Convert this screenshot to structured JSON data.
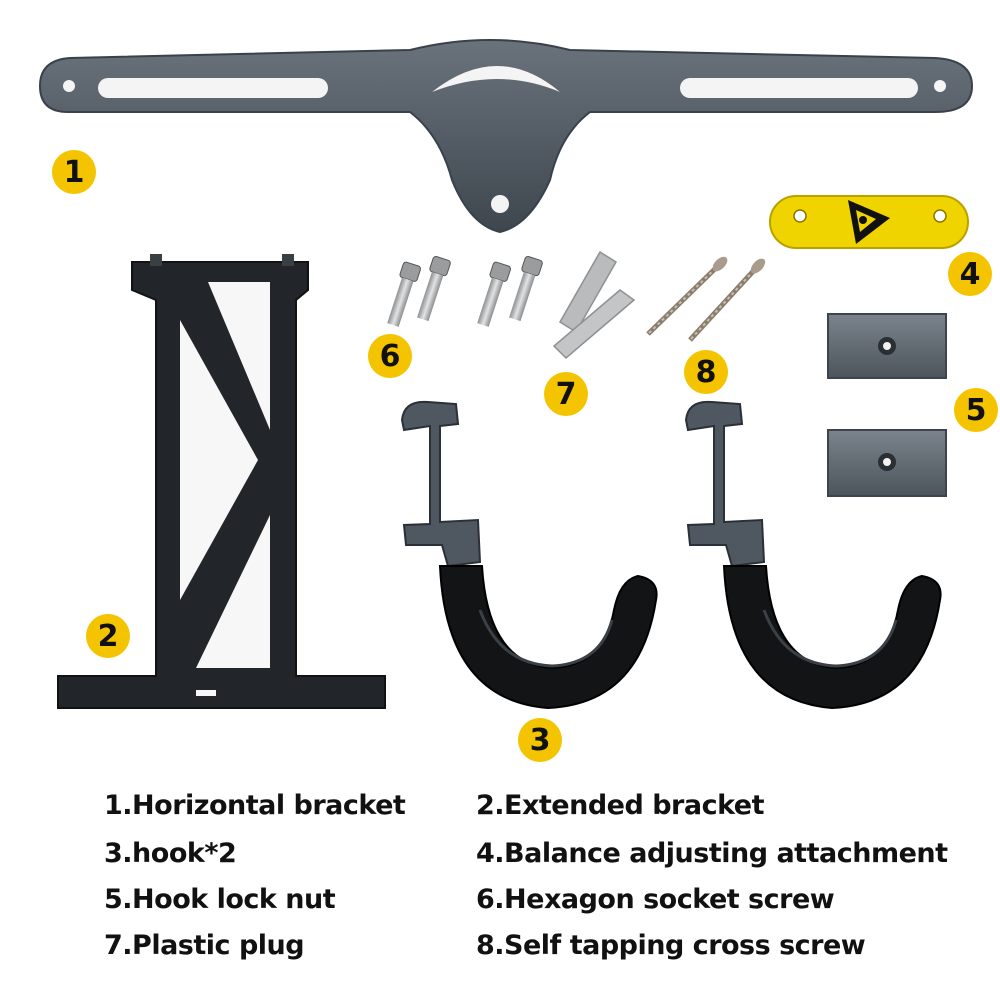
{
  "badges": {
    "b1": "1",
    "b2": "2",
    "b3": "3",
    "b4": "4",
    "b5": "5",
    "b6": "6",
    "b7": "7",
    "b8": "8"
  },
  "legend": {
    "item1": "1.Horizontal bracket",
    "item2": "2.Extended bracket",
    "item3": "3.hook*2",
    "item4": "4.Balance adjusting attachment",
    "item5": "5.Hook lock nut",
    "item6": "6.Hexagon socket screw",
    "item7": "7.Plastic plug",
    "item8": "8.Self tapping cross screw"
  },
  "colors": {
    "bracket": "#4e5862",
    "extended_bracket": "#1e2226",
    "hook_metal": "#555d66",
    "hook_rubber": "#121416",
    "attachment": "#f0d400",
    "badge": "#f5c400"
  }
}
